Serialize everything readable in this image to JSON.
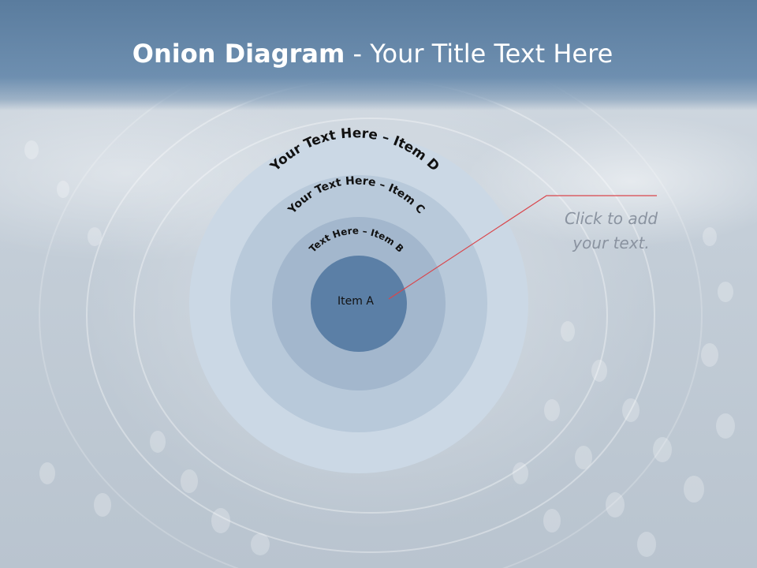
{
  "slide": {
    "title_bold": "Onion Diagram",
    "title_rest": " - Your Title Text Here"
  },
  "diagram": {
    "layers": [
      {
        "label": "Item A",
        "color": "#5b7fa6"
      },
      {
        "label": "Text Here – Item B",
        "color": "#a3b7cd"
      },
      {
        "label": "Your Text Here – Item C",
        "color": "#b8c9da"
      },
      {
        "label": "Your Text Here – Item D",
        "color": "#cbd8e5"
      }
    ]
  },
  "callout": {
    "line1": "Click  to add",
    "line2": "your text.",
    "line_color": "#d9464c"
  }
}
